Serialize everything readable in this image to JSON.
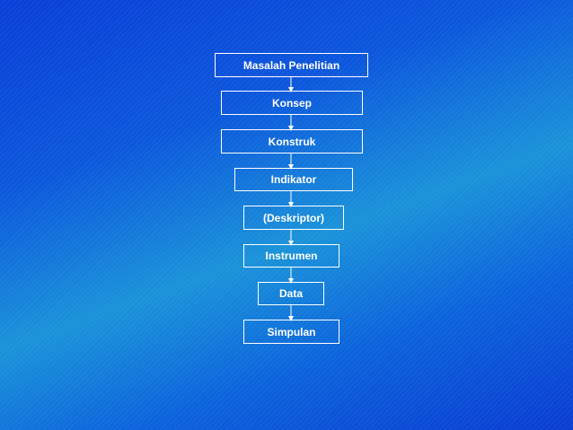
{
  "flowchart": {
    "steps": [
      "Masalah Penelitian",
      "Konsep",
      "Konstruk",
      "Indikator",
      "(Deskriptor)",
      "Instrumen",
      "Data",
      "Simpulan"
    ]
  },
  "colors": {
    "box_border": "#ffffff",
    "text": "#ffffff",
    "arrow": "#ffffff"
  }
}
